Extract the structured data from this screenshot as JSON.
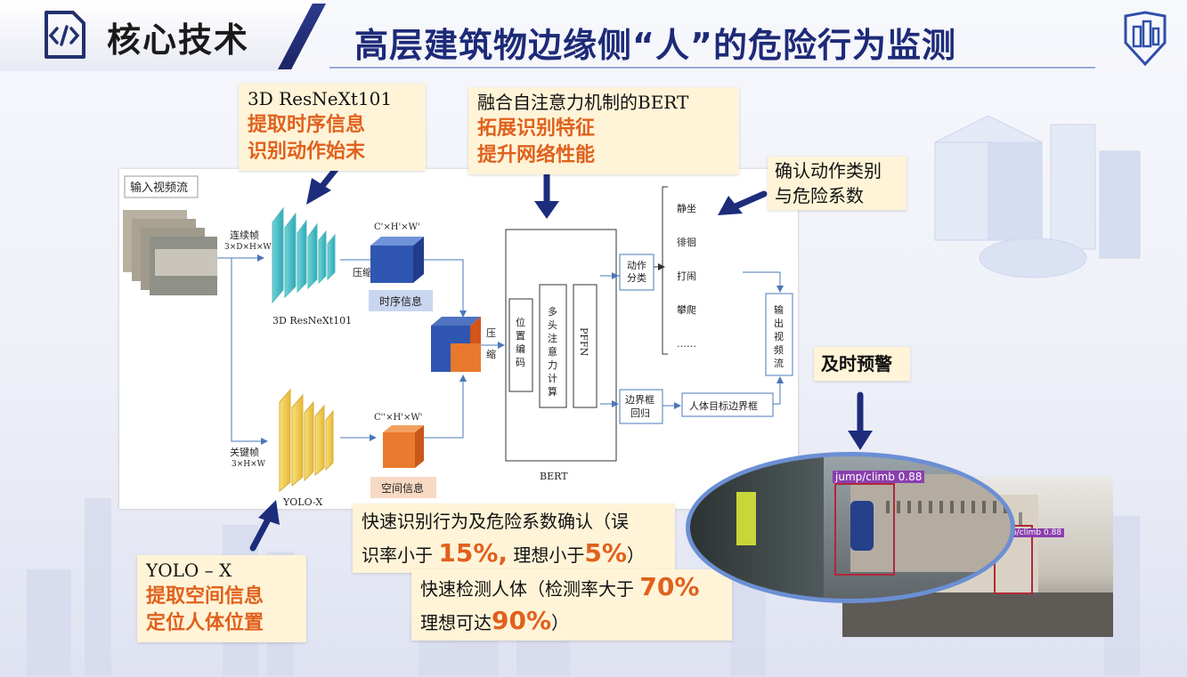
{
  "header": {
    "section_label": "核心技术",
    "title": "高层建筑物边缘侧“人”的危险行为监测"
  },
  "callouts": {
    "resnext": {
      "line1": "3D ResNeXt101",
      "line2": "提取时序信息",
      "line3": "识别动作始末"
    },
    "bert": {
      "line1": "融合自注意力机制的BERT",
      "line2": "拓展识别特征",
      "line3": "提升网络性能"
    },
    "confirm": {
      "line1": "确认动作类别",
      "line2": "与危险系数"
    },
    "warn": {
      "line1": "及时预警"
    },
    "yolo": {
      "line1": "YOLO – X",
      "line2": "提取空间信息",
      "line3": "定位人体位置"
    },
    "fast_recog": {
      "text_a": "快速识别行为及危险系数确认（误",
      "text_b": "识率小于",
      "val1": "15%,",
      "text_c": "理想小于",
      "val2": "5%",
      "text_d": "）"
    },
    "fast_detect": {
      "text_a": "快速检测人体（检测率大于",
      "val1": "70%",
      "text_b": "理想可达",
      "val2": "90%",
      "text_c": "）"
    }
  },
  "diagram": {
    "input_label": "输入视频流",
    "continuous_frames": "连续帧",
    "continuous_dims": "3×D×H×W",
    "resnext_label": "3D ResNeXt101",
    "compress1": "压缩",
    "temporal_dims": "C'×H'×W'",
    "temporal_label": "时序信息",
    "compress2_a": "压",
    "compress2_b": "缩",
    "key_frames": "关键帧",
    "key_dims": "3×H×W",
    "yolo_label": "YOLO-X",
    "spatial_dims": "C''×H'×W'",
    "spatial_label": "空间信息",
    "pos_encoding": [
      "位",
      "置",
      "编",
      "码"
    ],
    "multihead": [
      "多",
      "头",
      "注",
      "意",
      "力",
      "计",
      "算"
    ],
    "pffn": "PFFN",
    "bert_label": "BERT",
    "action_class": [
      "动作",
      "分类"
    ],
    "bbox_regress": [
      "边界框",
      "回归"
    ],
    "person_bbox": "人体目标边界框",
    "actions": [
      "静坐",
      "徘徊",
      "打闹",
      "攀爬",
      "……"
    ],
    "output": [
      "输",
      "出",
      "视",
      "频",
      "流"
    ]
  },
  "detection": {
    "tag1": "jump/climb 0.88",
    "tag2": "jump/climb 0.88"
  }
}
